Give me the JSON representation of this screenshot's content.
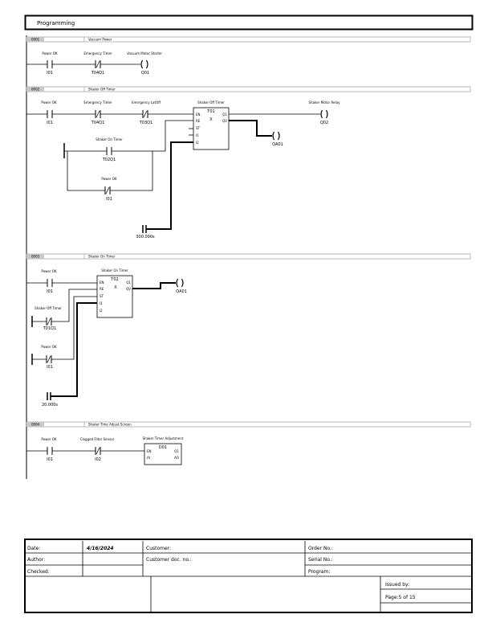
{
  "page_title": "Programming",
  "networks": [
    {
      "number": "0001",
      "title": "Vacuum Power",
      "contacts": [
        {
          "label": "Power OK",
          "addr": "I01",
          "type": "NO"
        },
        {
          "label": "Emergency Timer",
          "addr": "T04Q1",
          "type": "NC"
        }
      ],
      "coils": [
        {
          "label": "Vacuum Motor Starter",
          "addr": "Q01"
        }
      ]
    },
    {
      "number": "0002",
      "title": "Shaker Off Timer",
      "contacts": [
        {
          "label": "Power OK",
          "addr": "I01",
          "type": "NO"
        },
        {
          "label": "Emergency Timer",
          "addr": "T04Q1",
          "type": "NC"
        },
        {
          "label": "Emergency LatOff",
          "addr": "T03Q1",
          "type": "NC"
        },
        {
          "label": "Shaker On Timer",
          "addr": "T02Q1",
          "type": "NO"
        },
        {
          "label": "Power OK",
          "addr": "I01",
          "type": "NC"
        }
      ],
      "block": {
        "label": "Shaker Off Timer",
        "name": "T01",
        "center": "X",
        "pins_left": [
          "EN",
          "RE",
          "ST",
          "I1",
          "I2"
        ],
        "pins_right": [
          "Q1",
          "QV"
        ]
      },
      "constant": "300.000s",
      "coils": [
        {
          "label": "Shaker Motor Relay",
          "addr": "Q02"
        },
        {
          "label": "",
          "addr": "QA01"
        }
      ]
    },
    {
      "number": "0003",
      "title": "Shaker On Timer",
      "contacts": [
        {
          "label": "Power OK",
          "addr": "I01",
          "type": "NO"
        },
        {
          "label": "Shaker Off Timer",
          "addr": "T01Q1",
          "type": "NC"
        },
        {
          "label": "Power OK",
          "addr": "I01",
          "type": "NC"
        }
      ],
      "block": {
        "label": "Shaker On Timer",
        "name": "T02",
        "center": "X",
        "pins_left": [
          "EN",
          "RE",
          "ST",
          "I1",
          "I2"
        ],
        "pins_right": [
          "Q1",
          "QV"
        ]
      },
      "constant": "20.000s",
      "coils": [
        {
          "label": "",
          "addr": "QA01"
        }
      ]
    },
    {
      "number": "0004",
      "title": "Shaker Time Adjust Screen",
      "contacts": [
        {
          "label": "Power OK",
          "addr": "I01",
          "type": "NO"
        },
        {
          "label": "Clogged Filter Sensor",
          "addr": "I02",
          "type": "NC"
        }
      ],
      "block": {
        "label": "Shaker Timer Adjustment",
        "name": "D01",
        "center": "",
        "pins_left": [
          "EN",
          "AI"
        ],
        "pins_right": [
          "Q1",
          "AO"
        ]
      }
    }
  ],
  "title_block": {
    "date_label": "Date:",
    "date_value": "4/16/2024",
    "author_label": "Author:",
    "checked_label": "Checked:",
    "customer_label": "Customer:",
    "customer_doc_label": "Customer doc. no.:",
    "order_label": "Order No.:",
    "serial_label": "Serial No.:",
    "program_label": "Program:",
    "issued_label": "Issued by:",
    "page_label": "Page:5 of 15"
  }
}
